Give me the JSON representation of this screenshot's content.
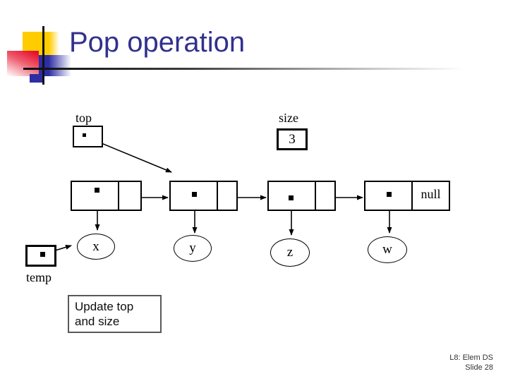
{
  "slide": {
    "title": "Pop operation",
    "footer": {
      "line1": "L8: Elem DS",
      "line2": "Slide 28"
    }
  },
  "diagram": {
    "top_pointer": {
      "label": "top"
    },
    "size_counter": {
      "label": "size",
      "value": "3"
    },
    "temp_pointer": {
      "label": "temp"
    },
    "null_label": "null",
    "nodes": [
      {
        "element": "x"
      },
      {
        "element": "y"
      },
      {
        "element": "z"
      },
      {
        "element": "w"
      }
    ],
    "callout": {
      "line1": "Update top",
      "line2": "and size"
    }
  },
  "colors": {
    "title_text": "#31318E",
    "accent_yellow": "#FFCC00",
    "accent_red": "#E60F2E",
    "accent_blue": "#2D2DA4",
    "diagram_ink": "#000000",
    "callout_border": "#595959"
  }
}
